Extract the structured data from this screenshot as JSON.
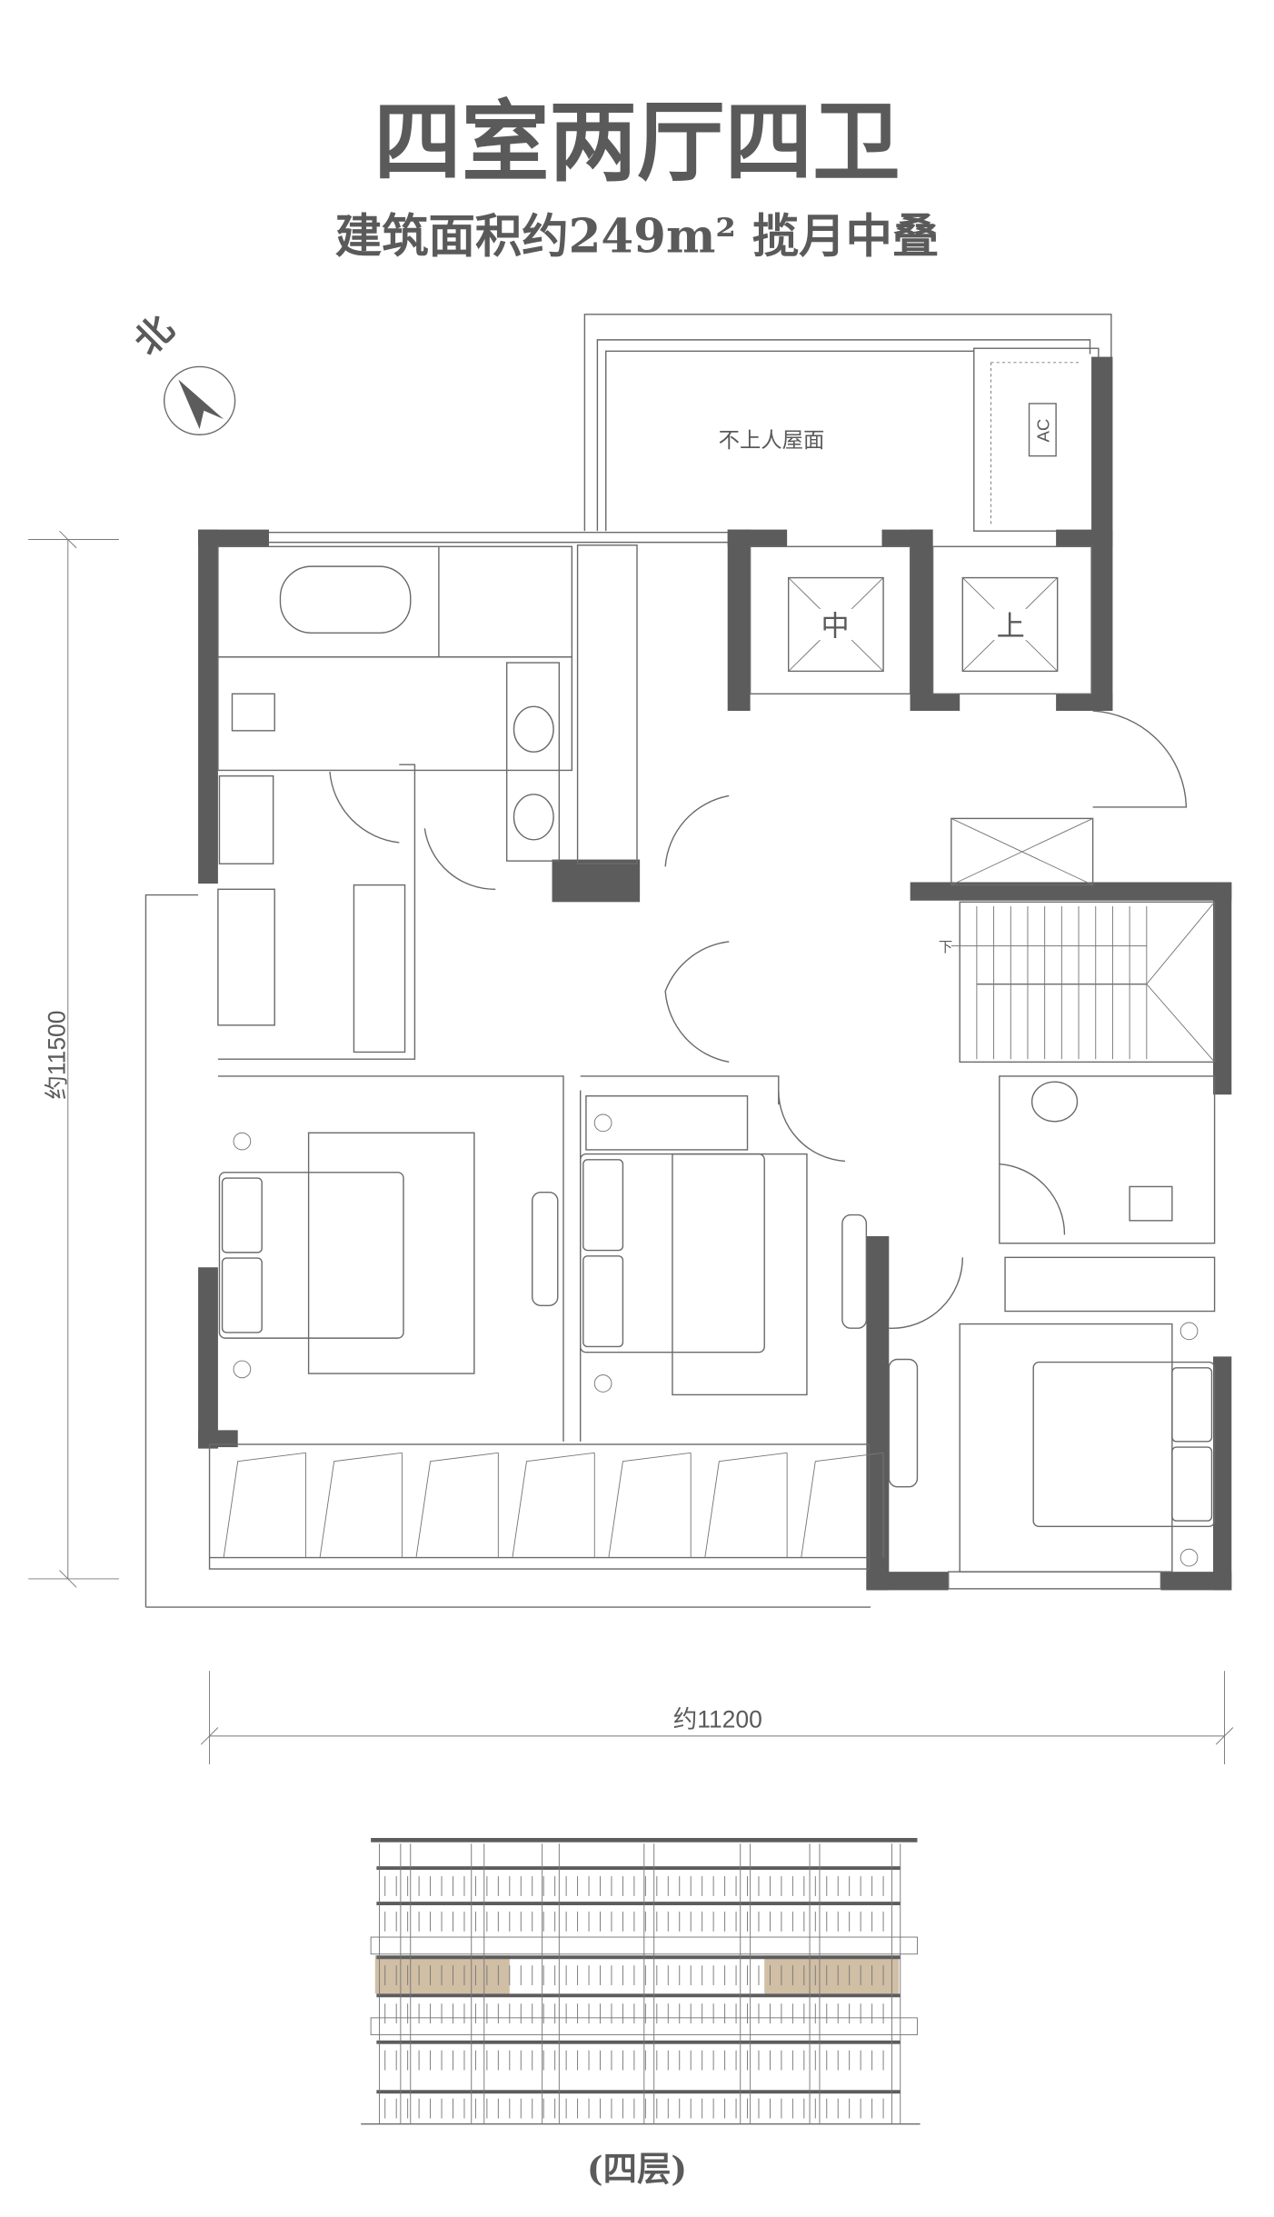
{
  "header": {
    "title": "四室两厅四卫",
    "subtitle": "建筑面积约249m² 揽月中叠"
  },
  "compass": {
    "label": "北"
  },
  "plan": {
    "roof_label": "不上人屋面",
    "ac_label": "AC",
    "elevator_mid_label": "中",
    "elevator_up_label": "上",
    "stair_down_label": "下",
    "dim_vertical": "约11500",
    "dim_horizontal": "约11200"
  },
  "elevation": {
    "floor_label": "(四层)",
    "highlight_color": "#c4ae8e"
  },
  "colors": {
    "wall": "#5c5c5c",
    "text": "#5a5a5a"
  }
}
